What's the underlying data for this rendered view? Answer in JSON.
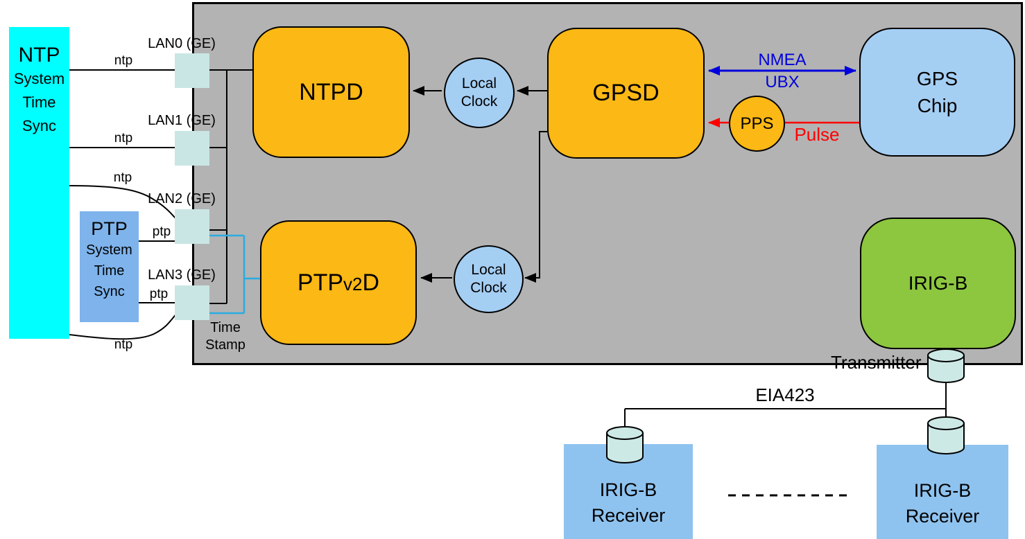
{
  "sources": {
    "ntp": {
      "title": "NTP",
      "lines": [
        "System",
        "Time",
        "Sync"
      ]
    },
    "ptp": {
      "title": "PTP",
      "lines": [
        "System",
        "Time",
        "Sync"
      ]
    }
  },
  "lan_ports": {
    "lan0": "LAN0 (GE)",
    "lan1": "LAN1 (GE)",
    "lan2": "LAN2 (GE)",
    "lan3": "LAN3 (GE)"
  },
  "wire_labels": {
    "lan0_ntp": "ntp",
    "lan1_ntp": "ntp",
    "lan2_ntp": "ntp",
    "lan2_ptp": "ptp",
    "lan3_ptp": "ptp",
    "lan3_ntp": "ntp"
  },
  "blocks": {
    "ntpd": "NTPD",
    "gpsd": "GPSD",
    "gps_chip": [
      "GPS",
      "Chip"
    ],
    "ptpd_parts": [
      "PTP",
      "v2",
      "D"
    ],
    "irig_b": "IRIG-B",
    "local_clock": [
      "Local",
      "Clock"
    ],
    "pps": "PPS"
  },
  "links": {
    "nmea": "NMEA",
    "ubx": "UBX",
    "pulse": "Pulse",
    "time_stamp": [
      "Time",
      "Stamp"
    ],
    "transmitter": "Transmitter",
    "eia423": "EIA423"
  },
  "receiver": {
    "line1": "IRIG-B",
    "line2": "Receiver"
  },
  "colors": {
    "system_box_gray": "#B3B3B3",
    "daemon_orange": "#FCB814",
    "chip_blue": "#A5CEF3",
    "irig_green": "#8DC63F",
    "ntp_cyan": "#00FFFF",
    "ptp_blue": "#7EB3EC",
    "receiver_blue": "#8FC3EF",
    "lan_port_fill": "#C9E6E4",
    "cylinder_fill": "#CDE9E6",
    "nmea_ubx_blue": "#0000DD",
    "pulse_red": "#FF0000",
    "timestamp_blue": "#29ABE2",
    "wire_black": "#000000"
  }
}
